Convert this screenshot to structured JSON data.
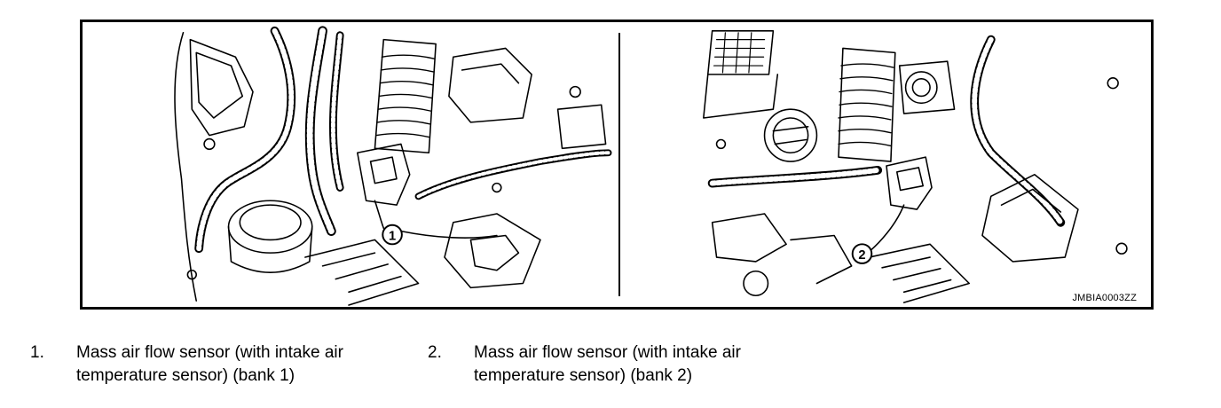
{
  "figure": {
    "code": "JMBIA0003ZZ",
    "callouts": [
      "1",
      "2"
    ]
  },
  "legend": [
    {
      "number": "1.",
      "text": "Mass air flow sensor (with intake air temperature sensor) (bank 1)"
    },
    {
      "number": "2.",
      "text": "Mass air flow sensor (with intake air temperature sensor) (bank 2)"
    }
  ],
  "colors": {
    "line": "#000000",
    "background": "#ffffff"
  },
  "icons": [
    "engine-bay-illustration-left",
    "engine-bay-illustration-right",
    "callout-circle"
  ]
}
